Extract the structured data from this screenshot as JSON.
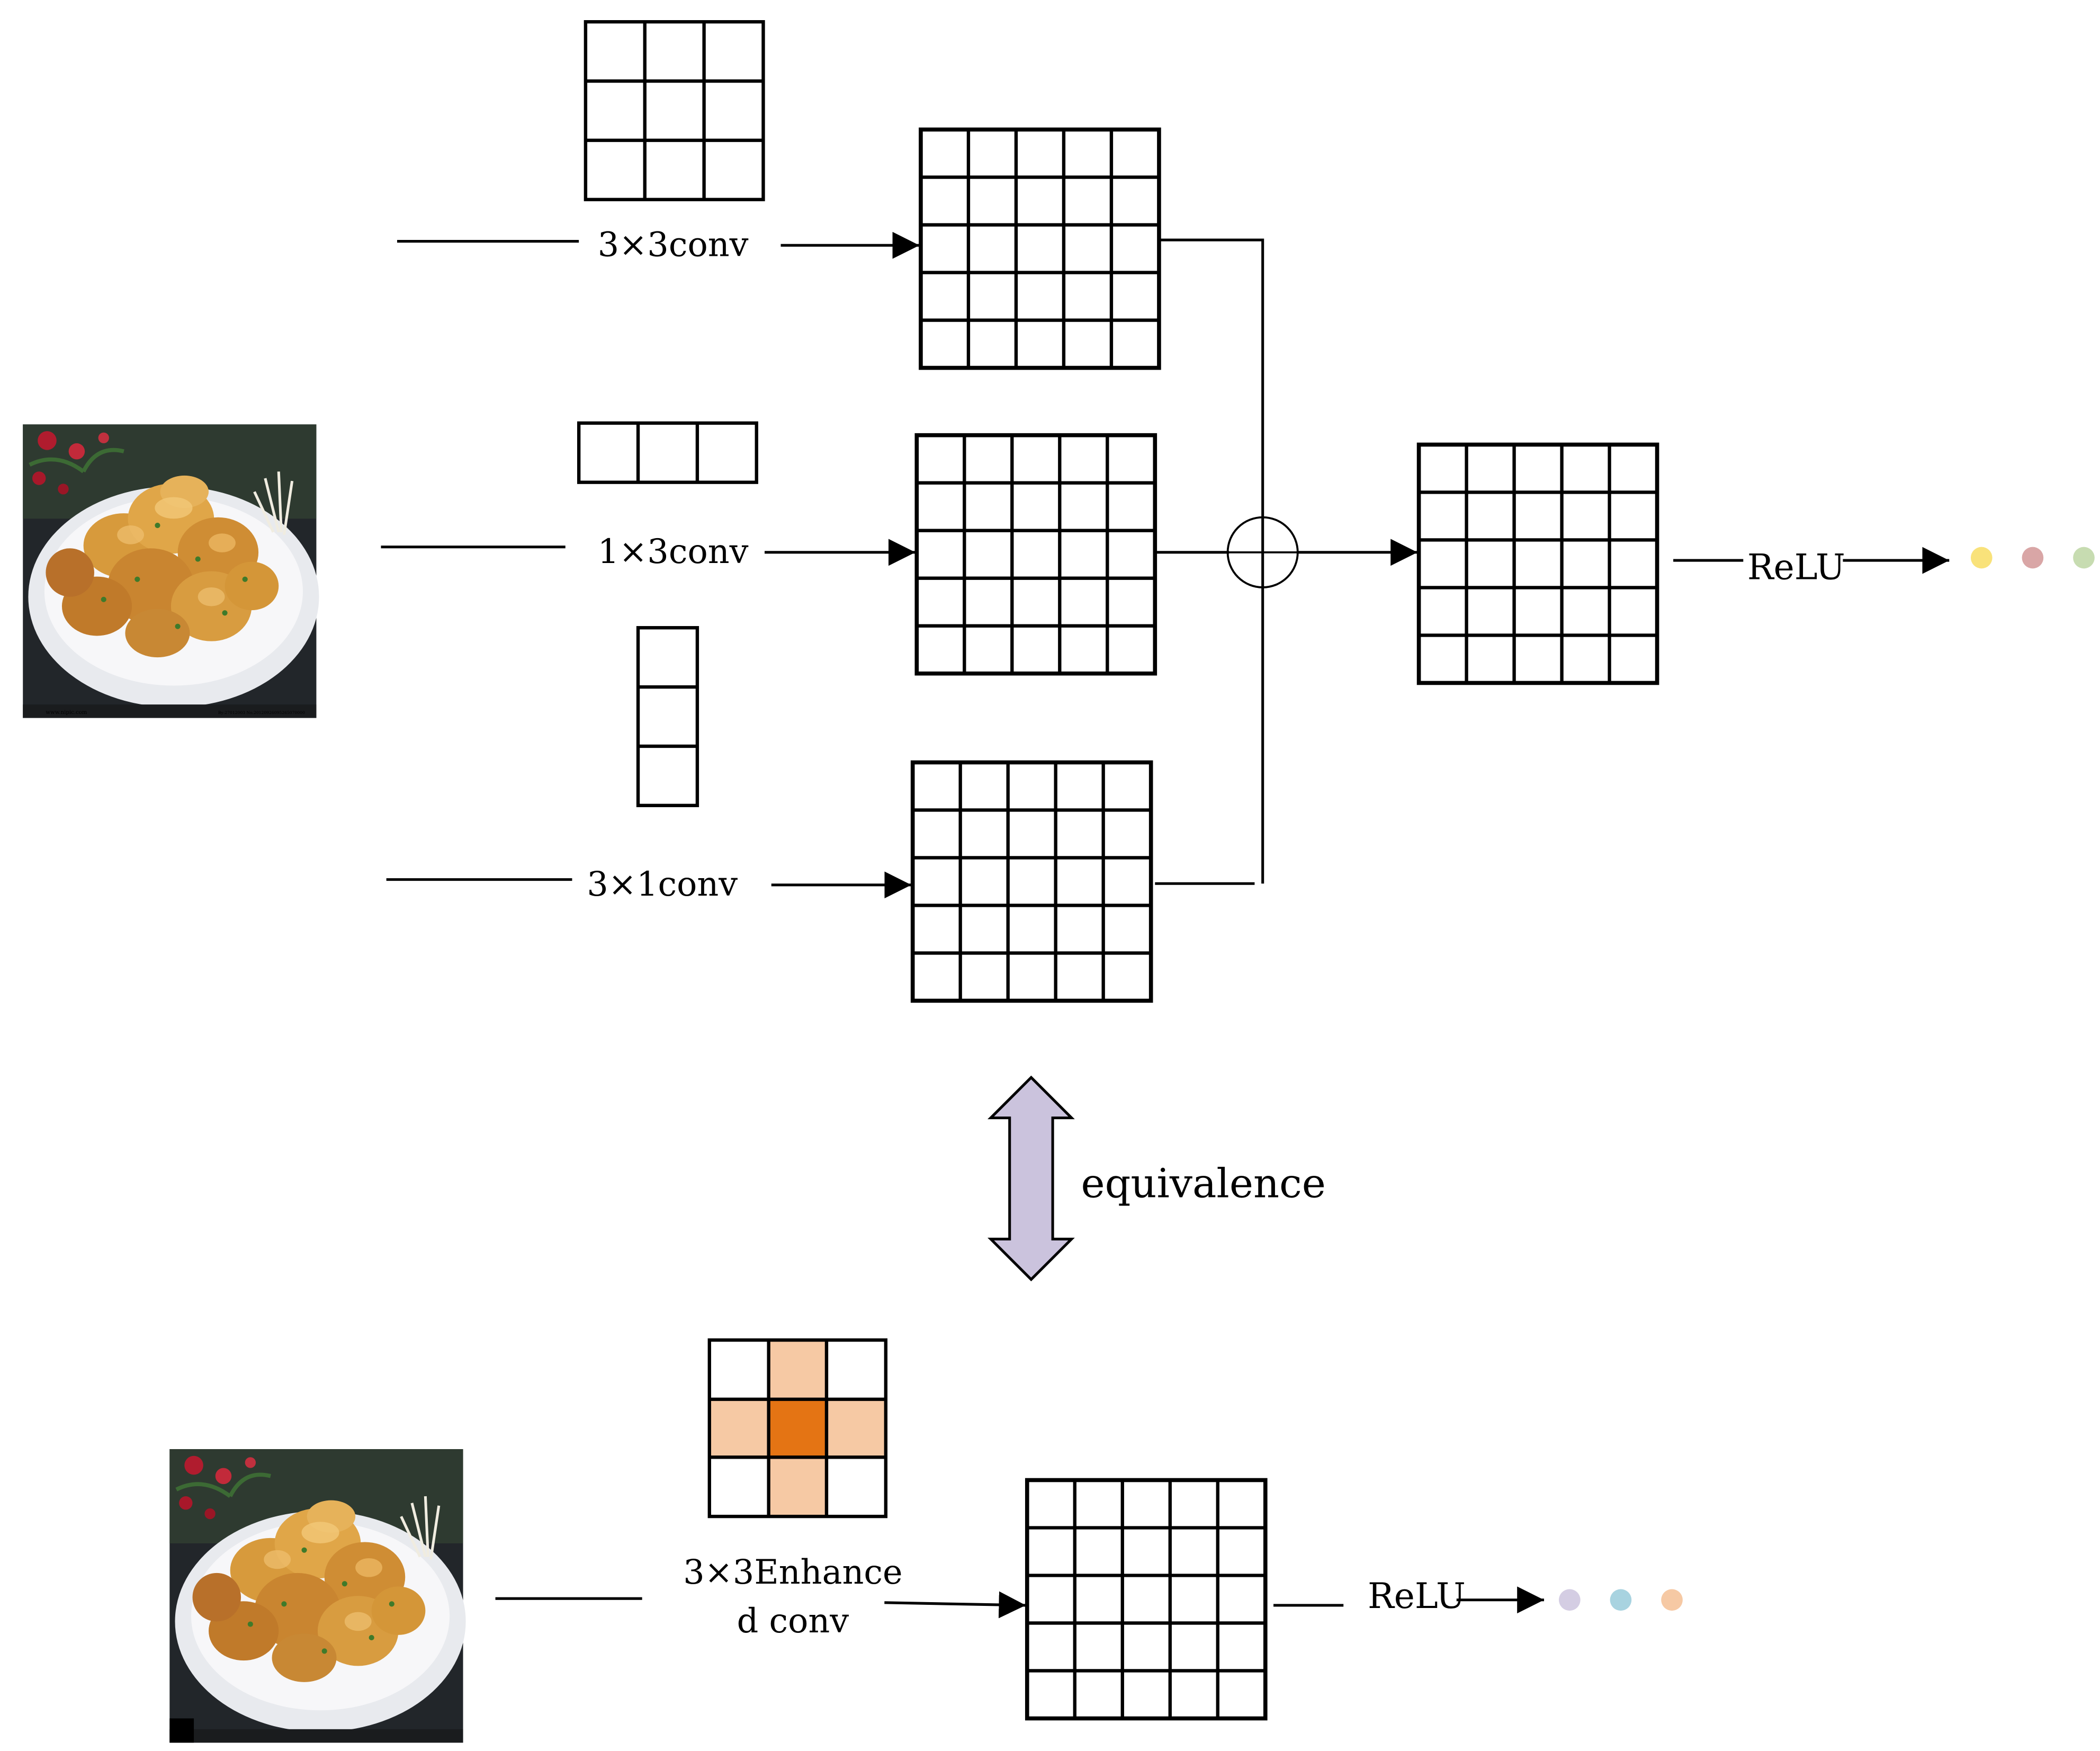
{
  "top_branch": {
    "label_3x3": "3×3conv",
    "label_1x3": "1×3conv",
    "label_3x1": "3×1conv",
    "relu_label": "ReLU",
    "dot_colors": [
      "#f9e27a",
      "#d9a6a6",
      "#c7dcb1"
    ]
  },
  "equivalence": {
    "label": "equivalence",
    "arrow_color": "#cbc3dd"
  },
  "bottom_branch": {
    "label_line1": "3×3Enhance",
    "label_line2": "d conv",
    "relu_label": "ReLU",
    "dot_colors": [
      "#d4cde3",
      "#a8d3e0",
      "#f6c9a4"
    ],
    "kernel_colors": {
      "center": "#e47414",
      "cross": "#f6c9a4"
    }
  },
  "photo": {
    "watermark_left": "www.nipic.com",
    "watermark_right": "By:27012003 No.20120926095265070000"
  }
}
